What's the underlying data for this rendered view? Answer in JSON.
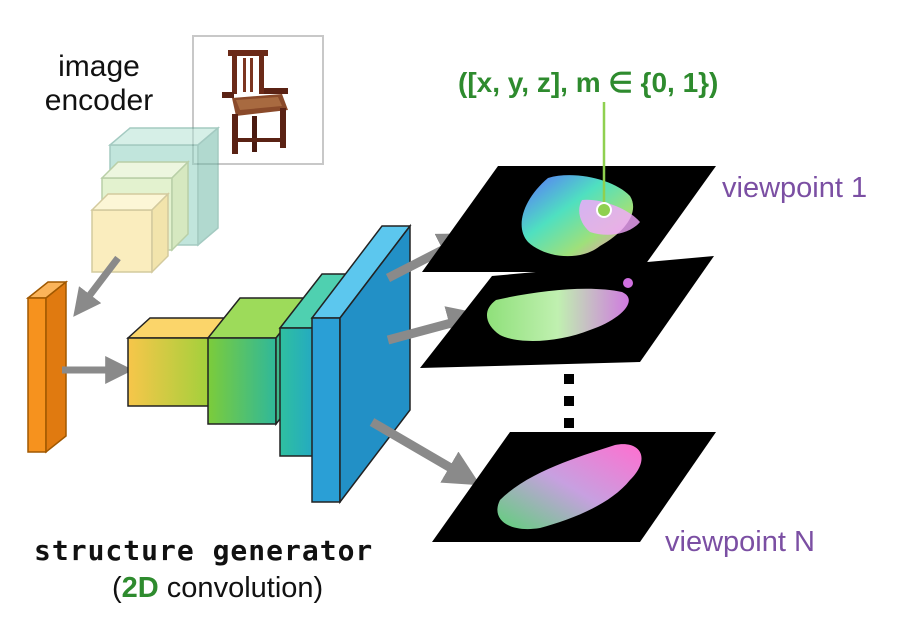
{
  "image_encoder": {
    "line1": "image",
    "line2": "encoder"
  },
  "formula": {
    "text": "([x, y, z], m ∈ {0, 1})"
  },
  "viewpoints": {
    "first": "viewpoint 1",
    "last": "viewpoint N"
  },
  "generator": {
    "title": "structure generator",
    "paren_open": "(",
    "highlight": "2D",
    "paren_rest": " convolution)"
  },
  "colors": {
    "accent_green": "#2e8b2e",
    "viewpoint_purple": "#7b4fa3",
    "cube_blue": "#2a9fd6",
    "latent_orange": "#f6921e"
  },
  "icons": {
    "input_image": "chair-photo-icon"
  }
}
